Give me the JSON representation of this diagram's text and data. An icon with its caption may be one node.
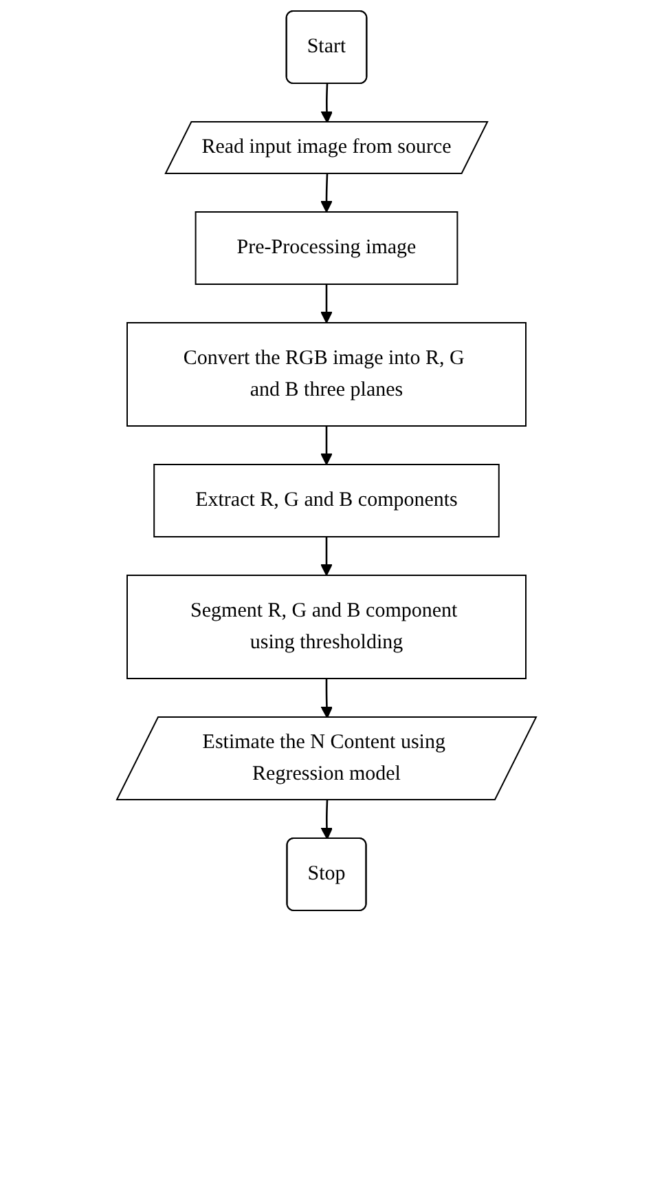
{
  "diagram": {
    "nodes": [
      {
        "text": [
          "Start"
        ]
      },
      {
        "text": [
          "Read input image from source"
        ]
      },
      {
        "text": [
          "Pre-Processing image"
        ]
      },
      {
        "text": [
          "Convert the RGB image into R, G and B three planes"
        ]
      },
      {
        "text": [
          "Extract R, G and B components"
        ]
      },
      {
        "text": [
          "Segment R, G and B component using thresholding"
        ]
      },
      {
        "text": [
          "Estimate the N Content using Regression model"
        ]
      },
      {
        "text": [
          "Stop"
        ]
      }
    ],
    "edges": [
      {
        "from": 0,
        "to": 1,
        "arrow": "to"
      },
      {
        "from": 1,
        "to": 2,
        "arrow": "to"
      },
      {
        "from": 2,
        "to": 3,
        "arrow": "to"
      },
      {
        "from": 3,
        "to": 4,
        "arrow": "to"
      },
      {
        "from": 4,
        "to": 5,
        "arrow": "to"
      },
      {
        "from": 5,
        "to": 6,
        "arrow": "to"
      },
      {
        "from": 6,
        "to": 7,
        "arrow": "to"
      }
    ]
  }
}
